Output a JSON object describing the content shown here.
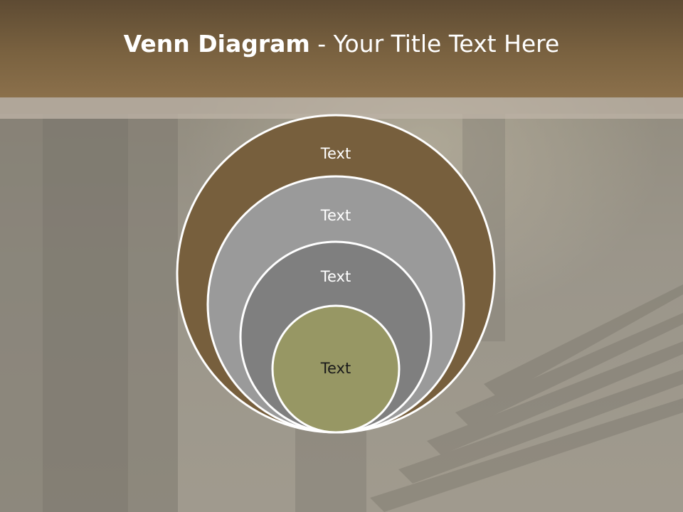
{
  "slide": {
    "title_bold": "Venn Diagram",
    "title_rest": " - Your Title Text Here"
  },
  "diagram": {
    "circles": [
      {
        "label": "Text",
        "fill": "#775f3d",
        "text_color": "#ffffff"
      },
      {
        "label": "Text",
        "fill": "#9a9a9a",
        "text_color": "#ffffff"
      },
      {
        "label": "Text",
        "fill": "#7f7f7f",
        "text_color": "#ffffff"
      },
      {
        "label": "Text",
        "fill": "#979764",
        "text_color": "#1a1a1a"
      }
    ]
  },
  "colors": {
    "header": "#7a6240",
    "outline": "#ffffff"
  }
}
